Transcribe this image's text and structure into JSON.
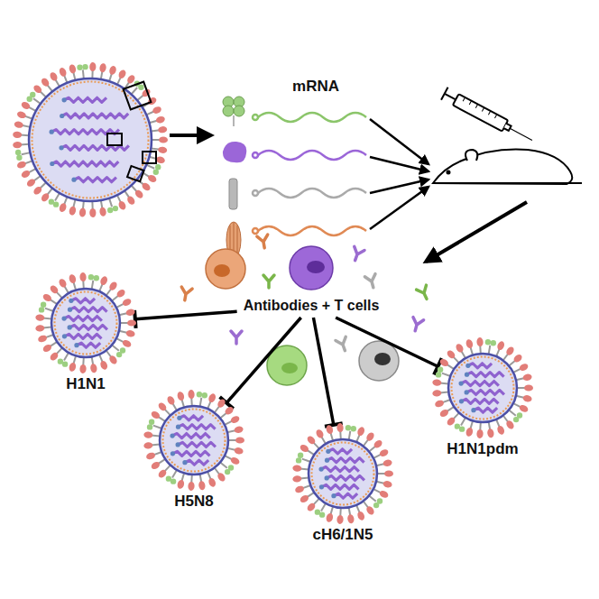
{
  "diagram": {
    "nodes": [
      {
        "text": [
          "Antibodies + T cells"
        ]
      },
      {
        "text": [
          "H1N1"
        ]
      },
      {
        "text": [
          "H5N8"
        ]
      },
      {
        "text": [
          "cH6/1N5"
        ]
      },
      {
        "text": [
          "H1N1pdm"
        ]
      }
    ],
    "edges": [
      {
        "from": 0,
        "to": 1,
        "arrow": "to"
      },
      {
        "from": 0,
        "to": 2,
        "arrow": "to"
      },
      {
        "from": 0,
        "to": 3,
        "arrow": "to"
      },
      {
        "from": 0,
        "to": 4,
        "arrow": "to"
      }
    ],
    "labels": [
      "mRNA"
    ]
  }
}
